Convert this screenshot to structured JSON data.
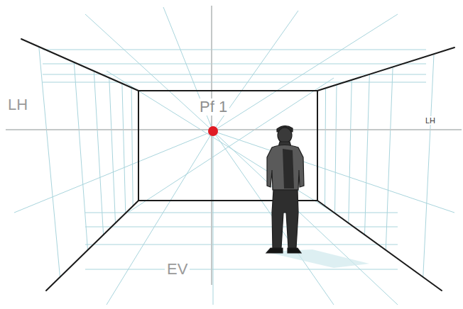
{
  "diagram": {
    "labels": [
      "LH",
      "Pf 1",
      "LH",
      "EV"
    ]
  }
}
